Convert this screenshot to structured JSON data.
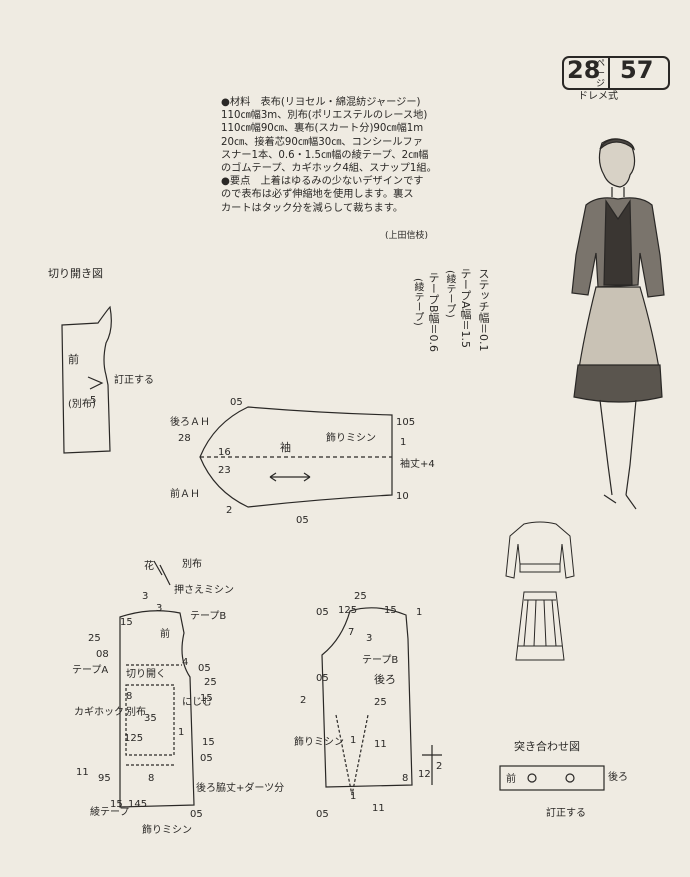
{
  "page_ref": {
    "num1": "28",
    "unit": "ページ",
    "num2": "57",
    "series": "ドレメ式"
  },
  "materials": {
    "lines": [
      "●材料　表布(リヨセル・綿混紡ジャージー)",
      "110㎝幅3m、別布(ポリエステルのレース地)",
      "110㎝幅90㎝、裏布(スカート分)90㎝幅1m",
      "20㎝、接着芯90㎝幅30㎝、コンシールファ",
      "スナー1本、0.6・1.5㎝幅の綾テープ、2㎝幅",
      "のゴムテープ、カギホック4組、スナップ1組。",
      "●要点　上着はゆるみの少ないデザインです",
      "ので表布は必ず伸縮地を使用します。裏ス",
      "カートはタック分を減らして裁ちます。"
    ],
    "author": "(上田信枝)"
  },
  "tape_notes": [
    "ステッチ幅＝0.1",
    "テープA幅＝1.5",
    "(綾テープ)",
    "テープB幅＝0.6",
    "(綾テープ)"
  ],
  "kirihiraki": {
    "title": "切り開き図",
    "front": "前",
    "teisei": "訂正する",
    "betsununo": "(別布)",
    "num": "5"
  },
  "sleeve": {
    "label": "袖",
    "back_ah": "後ろＡＨ",
    "front_ah": "前ＡＨ",
    "kazari": "飾りミシン",
    "sodetake": "袖丈+4",
    "nums": [
      "05",
      "28",
      "16",
      "23",
      "2",
      "05",
      "105",
      "1",
      "10"
    ]
  },
  "front_bodice": {
    "hana": "花",
    "betsununo": "別布",
    "osae": "押さえミシン",
    "front": "前",
    "tape_b": "テープB",
    "tape_a": "テープA",
    "kirihiraku": "切り開く",
    "betsu": "別布",
    "hook": "カギホック",
    "ayatape": "綾テープ",
    "kazari": "飾りミシン",
    "nijimu": "にじむ",
    "side": "後ろ脇丈+ダーツ分",
    "nums": [
      "3",
      "3",
      "15",
      "25",
      "08",
      "4",
      "05",
      "25",
      "15",
      "8",
      "35",
      "125",
      "1",
      "15",
      "05",
      "11",
      "95",
      "8",
      "15",
      "145",
      "05"
    ]
  },
  "back_bodice": {
    "back": "後ろ",
    "tape_b": "テープB",
    "kazari": "飾りミシン",
    "nums": [
      "25",
      "05",
      "125",
      "15",
      "7",
      "3",
      "1",
      "05",
      "25",
      "2",
      "1",
      "11",
      "8",
      "05",
      "1",
      "11",
      "12",
      "2"
    ]
  },
  "tsukiawase": {
    "title": "突き合わせ図",
    "front": "前",
    "back": "後ろ",
    "teisei": "訂正する"
  }
}
